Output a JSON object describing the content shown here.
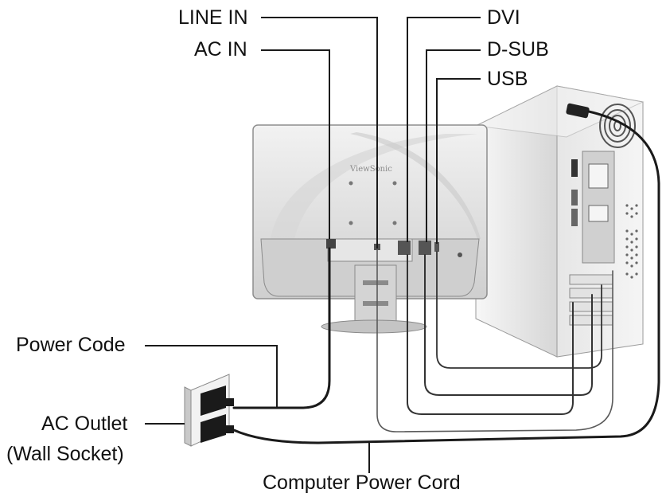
{
  "labels": {
    "line_in": "LINE IN",
    "ac_in": "AC IN",
    "dvi": "DVI",
    "d_sub": "D-SUB",
    "usb": "USB",
    "power_code": "Power Code",
    "ac_outlet": "AC Outlet",
    "wall_socket": "(Wall Socket)",
    "computer_power_cord": "Computer Power Cord"
  },
  "brand_text": "ViewSonic",
  "colors": {
    "line": "#1a1a1a",
    "monitor_body": "#e3e3e3",
    "monitor_dark": "#bdbdbd",
    "pc_body": "#ececec",
    "pc_dark": "#c8c8c8",
    "outlet": "#d9d9d9"
  }
}
